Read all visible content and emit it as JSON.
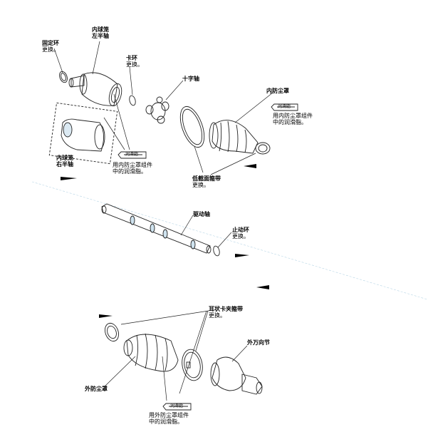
{
  "labels": {
    "fixed_ring": [
      "固定环",
      "更换。"
    ],
    "inner_cage_left": [
      "内球笼",
      "左半轴"
    ],
    "snap_ring": [
      "卡环",
      "更换。"
    ],
    "cross_shaft": [
      "十字轴"
    ],
    "inner_boot": [
      "内防尘罩"
    ],
    "inner_boot_grease_top": [
      "用内防尘罩组件",
      "中的润滑脂。"
    ],
    "inner_cage_right": [
      "内球笼",
      "右半轴"
    ],
    "inner_boot_grease_mid": [
      "用内防尘罩组件",
      "中的润滑脂。"
    ],
    "low_clamp": [
      "低截面箍带",
      "更换。"
    ],
    "drive_shaft": [
      "驱动轴"
    ],
    "stop_ring": [
      "止动环",
      "更换。"
    ],
    "ear_clamp": [
      "耳状卡夹箍带",
      "更换。"
    ],
    "outer_joint": [
      "外万向节"
    ],
    "outer_boot": [
      "外防尘罩"
    ],
    "outer_boot_grease": [
      "用外防尘罩组件",
      "中的润滑脂。"
    ]
  },
  "grease_tag_text": "润滑脂"
}
